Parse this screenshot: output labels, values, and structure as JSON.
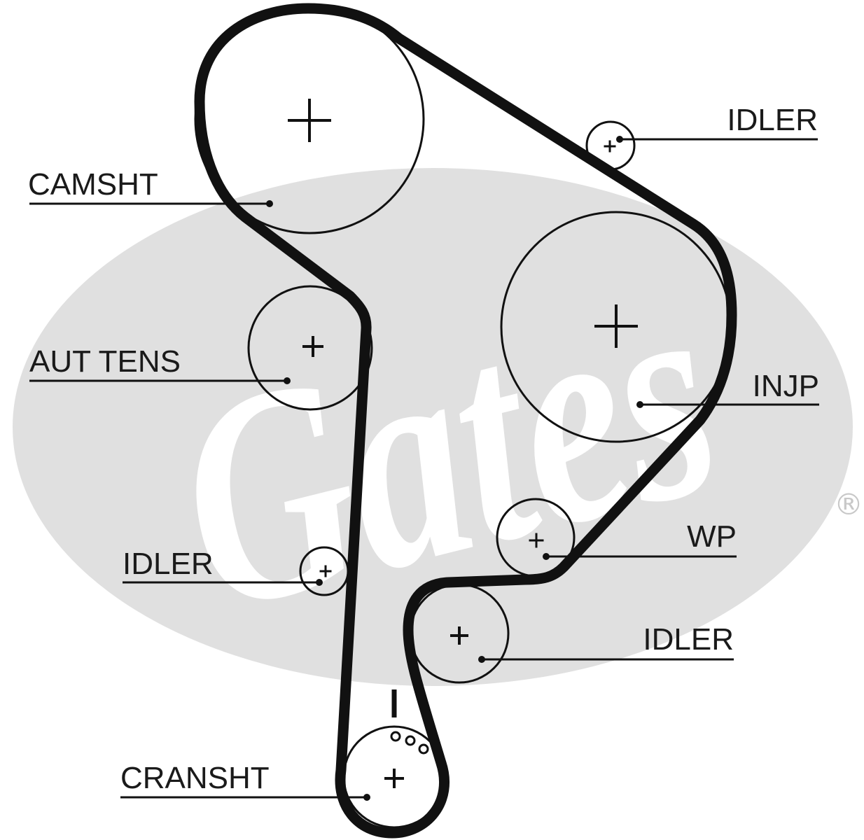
{
  "watermark": {
    "brand": "Gates",
    "registered_mark": "®"
  },
  "labels": {
    "camshaft": "CAMSHT",
    "idler_top": "IDLER",
    "auto_tensioner": "AUT TENS",
    "injection_pump": "INJP",
    "idler_left": "IDLER",
    "water_pump": "WP",
    "idler_lower": "IDLER",
    "crankshaft": "CRANSHT"
  },
  "colors": {
    "watermark": "#e0e0e0",
    "line": "#111111"
  }
}
